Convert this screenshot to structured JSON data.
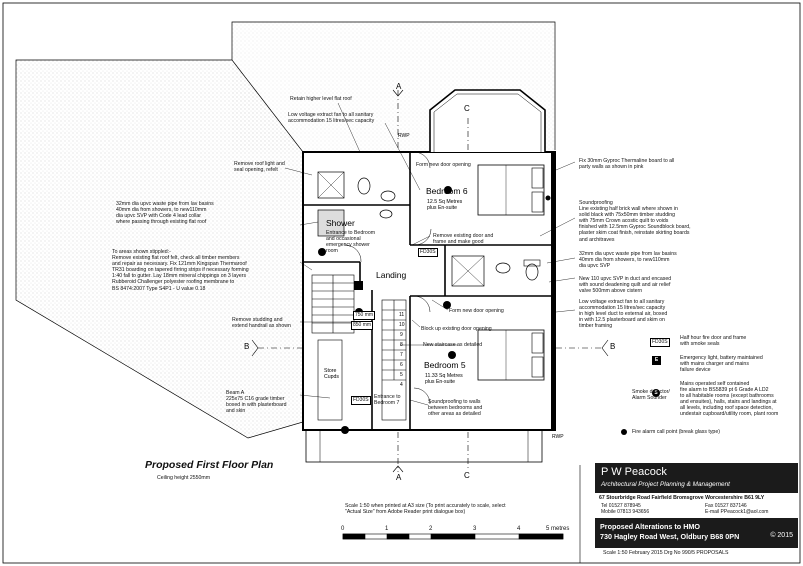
{
  "drawing": {
    "title": "Proposed First Floor Plan",
    "ceiling": "Ceiling height 2550mm",
    "section_a": "A",
    "section_b": "B",
    "section_c": "C",
    "rwp": "RWP"
  },
  "rooms": {
    "bedroom6": {
      "name": "Bedroom 6",
      "area": "12.5 Sq Metres\nplus En-suite"
    },
    "bedroom5": {
      "name": "Bedroom 5",
      "area": "11.33 Sq Metres\nplus En-suite"
    },
    "shower": {
      "name": "Shower"
    },
    "landing": {
      "name": "Landing"
    },
    "store": {
      "name": "Store\nCupds"
    }
  },
  "tags": {
    "fd30s_a": "FD30S",
    "fd30s_b": "FD30S",
    "dim_750": "750 mm",
    "dim_850": "850 mm",
    "fd30s_legend": "FD30S",
    "stair_nums": [
      "4",
      "5",
      "6",
      "7",
      "8",
      "9",
      "10",
      "11"
    ]
  },
  "notes": {
    "retain_roof": "Retain higher level flat roof",
    "lv_fan_top": "Low voltage extract fan to all sanitary\naccommodation 15 litres/sec capacity",
    "remove_roof_light": "Remove roof light and\nseal opening, refelt",
    "new_door_top": "Form new door opening",
    "waste_pipe_left": "32mm dia upvc waste pipe from lav basins\n40mm dia from showers, to new110mm\ndia upvc SVP with Code 4 lead collar\nwhere passing through existing flat roof",
    "shower_entrance": "Entrance to Bedroom\nand occasional\nemergency shower\nroom",
    "areas_stippled": "To areas shown stippled:-\nRemove existing flat roof felt, check all timber members\nand repair as necessary. Fix 121mm Kingspan Thermaroof\nTR31 boarding on tapered firring strips if necessary forming\n1:40 fall to gutter. Lay 18mm mineral chippings on 3 layers\nRubberoid Challenger polyester roofing membrane to\nBS 8474:2007 Type S4P1 - U value 0.18",
    "remove_door_frame": "Remove existing door and\nframe and make good",
    "remove_studding": "Remove studding and\nextend handrail as shown",
    "new_door_mid": "Form new door opening",
    "block_door": "Block up existing door opening",
    "new_staircase": "New staircase as detailed",
    "beam": "Beam A\n225x75 C16 grade timber\nboxed in with plasterboard\nand skin",
    "entrance_b7": "Entrance to\nBedroom 7",
    "soundproof_walls": "Soundproofing to walls\nbetween bedrooms and\nother areas as detailed",
    "thermaline": "Fix 30mm Gyproc Thermaline board to all\nparty walls as shown in pink",
    "soundproofing": "Soundproofing\nLine existing half brick wall where shown in\nsolid black with 75x50mm timber studding\nwith 75mm Crown acostic quilt to voids\nfinished with 12.5mm Gyproc Soundblock board,\nplaster skim coat finish, reinstate skirting boards\nand architraves",
    "waste_pipe_right": "32mm dia upvc waste pipe from lav basins\n40mm dia from showers, to new110mm\ndia upvc SVP",
    "svp_duct": "New 110 upvc SVP in duct and encased\nwith sound deadening quilt and air relief\nvalve 500mm above cistern",
    "lv_fan_right": "Low voltage extract fan to all sanitary\naccommodation 15 litres/sec capacity\nin high level duct to external air, boxed\nin with 12.5 plasterboard and skim on\ntimber framing"
  },
  "legend": {
    "fd30s": "Half hour fire door and frame\nwith smoke seals",
    "emergency": "Emergency light, battery maintained\nwith mains charger and mains\nfailure device",
    "smoke": "Smoke detector/\nAlarm Sounder",
    "smoke_desc": "Mains operated self contained\nfire alarm to BS5839 pt 6 Grade A LD2\nto all habitable rooms (except bathrooms\nand ensuites), halls, stairs and landings at\nall levels, including roof space detection,\nundestair cupboard/utility room, plant room",
    "call_point": "Fire alarm call point (break glass type)",
    "sym_e": "E",
    "sym_s": "S"
  },
  "scale": {
    "note": "Scale 1:50 when printed at A3 size (To print accurately to scale, select\n\"Actual Size\" from Adobe Reader print dialogue box)",
    "ticks": [
      "0",
      "1",
      "2",
      "3",
      "4",
      "5 metres"
    ]
  },
  "title_block": {
    "firm": "P W Peacock",
    "firm_sub": "Architectural Project Planning & Management",
    "address": "67 Stourbridge Road Fairfield Bromsgrove Worcestershire B61 9LY",
    "phone": "Tel 01527 878945\nMobile 07813 943656",
    "fax": "Fax 01527 837146\nE-mail PPeacock1@aol.com",
    "project_title": "Proposed Alterations to HMO",
    "project_address": "730 Hagley Road West, Oldbury B68 0PN",
    "copyright": "© 2015",
    "footer": "Scale 1:50   February 2015   Drg No 990/5   PROPOSALS"
  },
  "colors": {
    "ink": "#111111",
    "stipple": "#8a8a8a",
    "band": "#1b1b1b"
  }
}
